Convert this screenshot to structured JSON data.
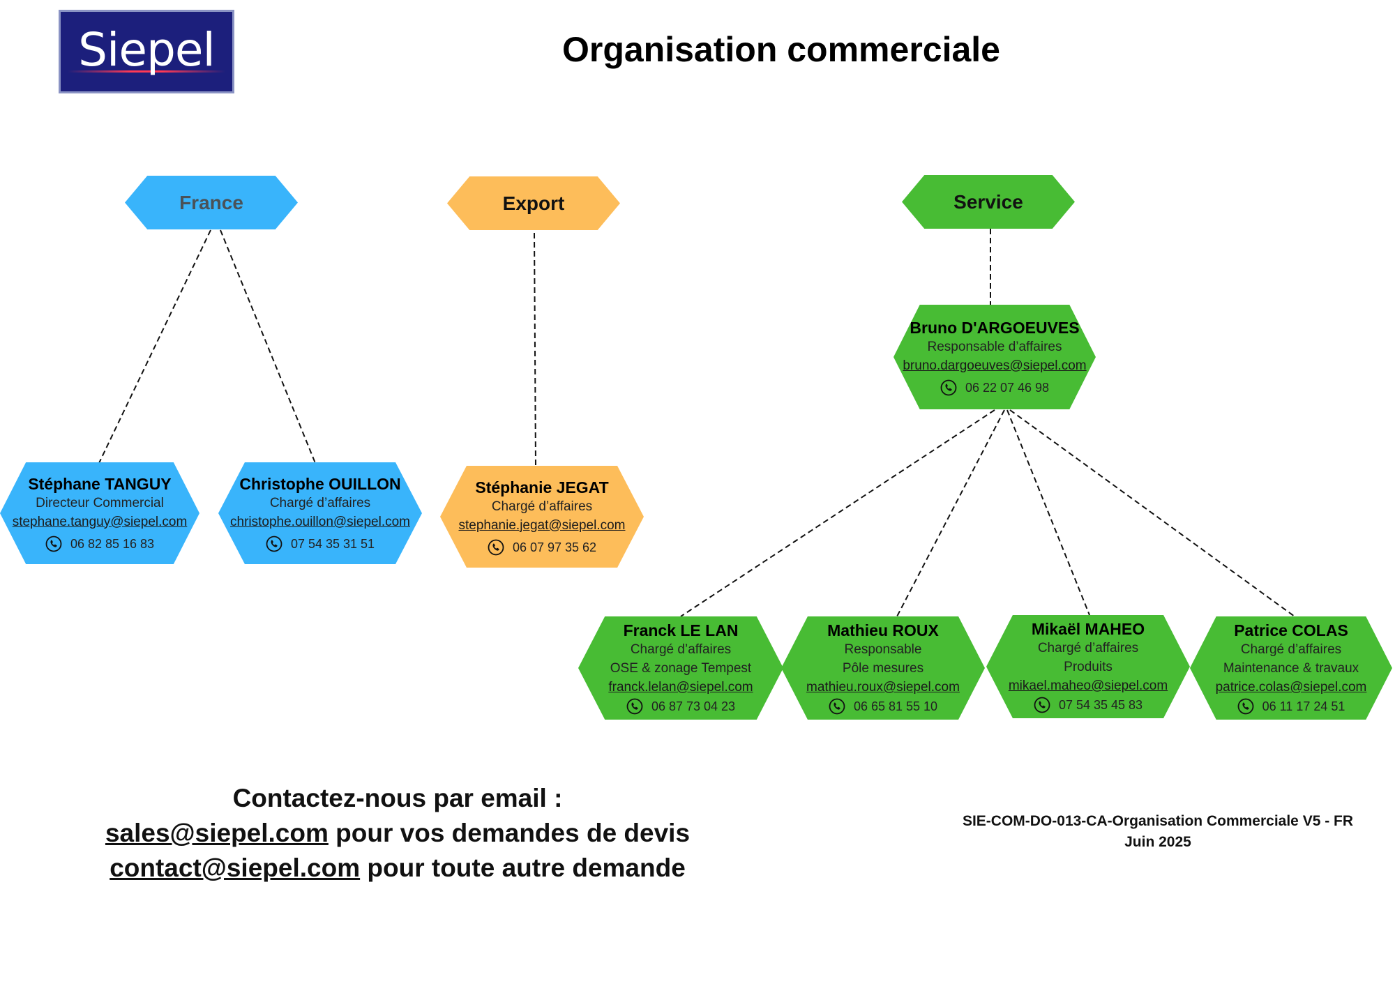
{
  "header": {
    "logo_text": "Siepel",
    "title": "Organisation commerciale"
  },
  "departments": {
    "france": "France",
    "export": "Export",
    "service": "Service"
  },
  "people": [
    {
      "name": "Stéphane TANGUY",
      "roles": [
        "Directeur Commercial"
      ],
      "email": "stephane.tanguy@siepel.com",
      "phone": "06 82 85 16 83"
    },
    {
      "name": "Christophe OUILLON",
      "roles": [
        "Chargé d’affaires"
      ],
      "email": "christophe.ouillon@siepel.com",
      "phone": "07 54 35 31 51"
    },
    {
      "name": "Stéphanie JEGAT",
      "roles": [
        "Chargé d’affaires"
      ],
      "email": "stephanie.jegat@siepel.com",
      "phone": "06 07 97 35 62"
    },
    {
      "name": "Bruno D'ARGOEUVES",
      "roles": [
        "Responsable d’affaires"
      ],
      "email": "bruno.dargoeuves@siepel.com",
      "phone": "06 22 07 46 98"
    },
    {
      "name": "Franck LE LAN",
      "roles": [
        "Chargé d’affaires",
        "OSE & zonage Tempest"
      ],
      "email": "franck.lelan@siepel.com",
      "phone": "06 87 73 04 23"
    },
    {
      "name": "Mathieu ROUX",
      "roles": [
        "Responsable",
        "Pôle mesures"
      ],
      "email": "mathieu.roux@siepel.com",
      "phone": "06 65 81 55 10"
    },
    {
      "name": "Mikaël MAHEO",
      "roles": [
        "Chargé d’affaires",
        "Produits"
      ],
      "email": "mikael.maheo@siepel.com",
      "phone": "07 54 35 45 83"
    },
    {
      "name": "Patrice COLAS",
      "roles": [
        "Chargé d’affaires",
        "Maintenance & travaux"
      ],
      "email": "patrice.colas@siepel.com",
      "phone": "06 11 17 24 51"
    }
  ],
  "contact": {
    "heading": "Contactez-nous par email :",
    "lines": [
      {
        "email": "sales@siepel.com",
        "text": " pour vos demandes de devis"
      },
      {
        "email": "contact@siepel.com",
        "text": " pour toute autre demande"
      }
    ]
  },
  "footer": {
    "doc_ref": "SIE-COM-DO-013-CA-Organisation Commerciale V5 - FR",
    "date": "Juin 2025"
  },
  "colors": {
    "france": "#39b4fb",
    "export": "#fdbd5a",
    "service": "#48bc34"
  }
}
